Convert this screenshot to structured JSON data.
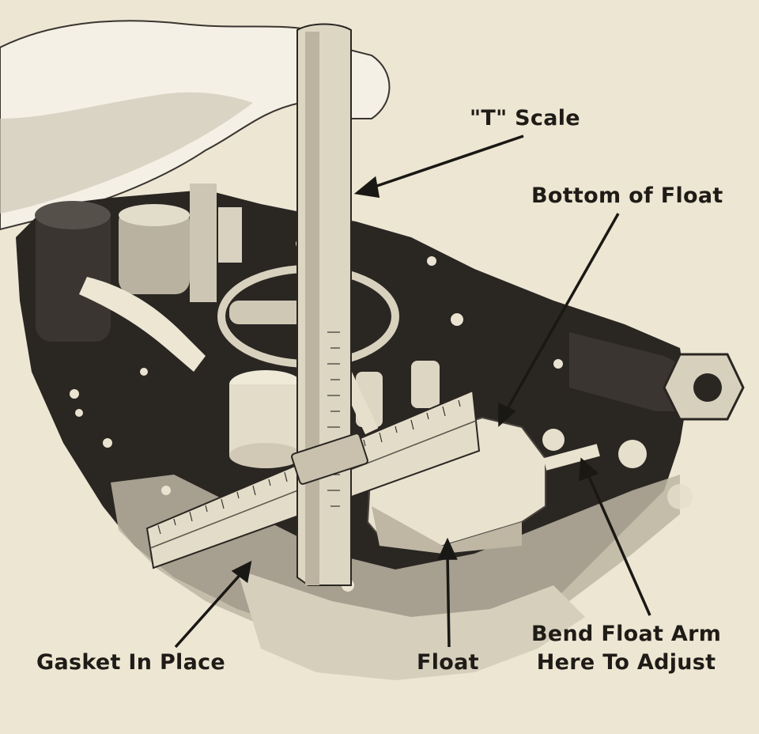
{
  "callouts": {
    "t_scale": "\"T\" Scale",
    "bottom_of_float": "Bottom of Float",
    "gasket_in_place": "Gasket In Place",
    "float": "Float",
    "bend_float_arm_line1": "Bend Float Arm",
    "bend_float_arm_line2": "Here To Adjust"
  },
  "colors": {
    "paper": "#ece6d3",
    "ink": "#1f1c17",
    "metal_dark": "#2a2622",
    "metal_light": "#d9d2c0"
  }
}
